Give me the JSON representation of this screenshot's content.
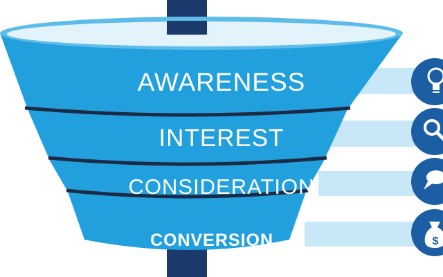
{
  "funnel": {
    "stages": [
      {
        "label": "AWARENESS",
        "icon": "lightbulb-icon"
      },
      {
        "label": "INTEREST",
        "icon": "magnifier-icon"
      },
      {
        "label": "CONSIDERATION",
        "icon": "speech-bubble-icon"
      },
      {
        "label": "CONVERSION",
        "icon": "money-bag-icon"
      }
    ]
  },
  "colors": {
    "funnel_blue": "#22a0dd",
    "funnel_rim": "#5dbcea",
    "funnel_top_fill": "#e3f3fb",
    "band_divider": "#1d2a45",
    "pipe_navy": "#1b3a6b",
    "stripe_light": "#c9e8f7",
    "icon_navy": "#1c5ea3"
  }
}
